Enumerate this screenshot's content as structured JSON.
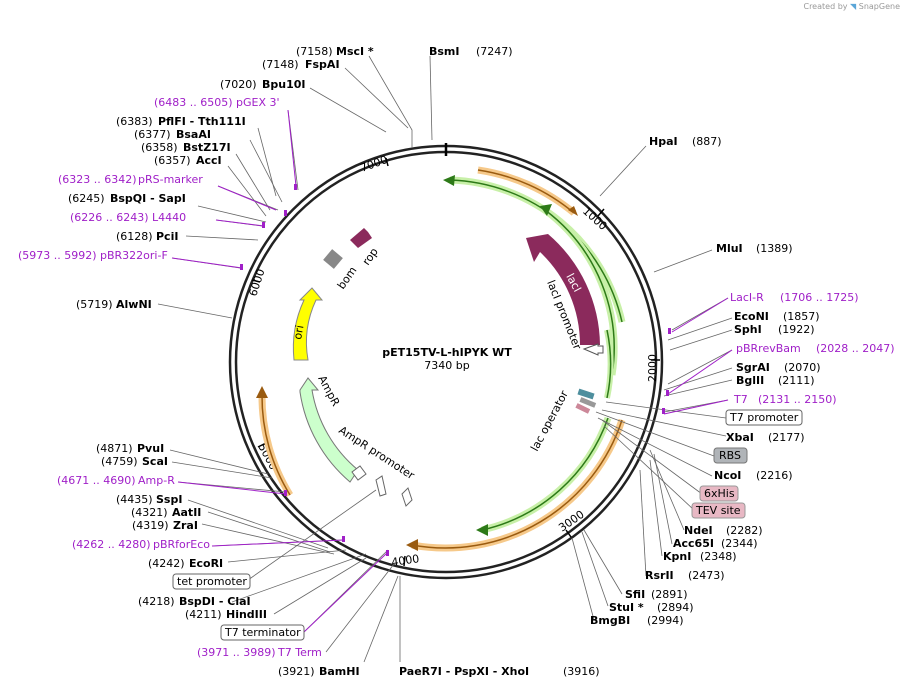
{
  "credit": {
    "prefix": "Created by",
    "brand": "SnapGene"
  },
  "plasmid": {
    "name": "pET15TV-L-hIPYK WT",
    "size": "7340 bp"
  },
  "ticks": [
    "1000",
    "2000",
    "3000",
    "4000",
    "5000",
    "6000",
    "7000"
  ],
  "features": {
    "lacI": "lacI",
    "lacI_promoter": "lacI promoter",
    "lac_operator": "lac operator",
    "ori": "ori",
    "AmpR": "AmpR",
    "AmpR_promoter": "AmpR promoter",
    "bom": "bom",
    "rop": "rop"
  },
  "sites_right": [
    {
      "name": "HpaI",
      "pos": "(887)"
    },
    {
      "name": "MluI",
      "pos": "(1389)"
    },
    {
      "name": "LacI-R",
      "pos": "(1706 .. 1725)",
      "primer": true
    },
    {
      "name": "EcoNI",
      "pos": "(1857)"
    },
    {
      "name": "SphI",
      "pos": "(1922)"
    },
    {
      "name": "pBRrevBam",
      "pos": "(2028 .. 2047)",
      "primer": true
    },
    {
      "name": "SgrAI",
      "pos": "(2070)"
    },
    {
      "name": "BglII",
      "pos": "(2111)"
    },
    {
      "name": "T7",
      "pos": "(2131 .. 2150)",
      "primer": true
    },
    {
      "name": "T7 promoter",
      "pos": "",
      "boxed": "white"
    },
    {
      "name": "XbaI",
      "pos": "(2177)"
    },
    {
      "name": "RBS",
      "pos": "",
      "boxed": "gray"
    },
    {
      "name": "NcoI",
      "pos": "(2216)"
    },
    {
      "name": "6xHis",
      "pos": "",
      "boxed": "pink"
    },
    {
      "name": "TEV site",
      "pos": "",
      "boxed": "pink"
    },
    {
      "name": "NdeI",
      "pos": "(2282)"
    },
    {
      "name": "Acc65I",
      "pos": "(2344)"
    },
    {
      "name": "KpnI",
      "pos": "(2348)"
    },
    {
      "name": "RsrII",
      "pos": "(2473)"
    },
    {
      "name": "SfiI",
      "pos": "(2891)"
    },
    {
      "name": "StuI *",
      "pos": "(2894)"
    },
    {
      "name": "BmgBI",
      "pos": "(2994)"
    }
  ],
  "sites_left": [
    {
      "name": "MscI *",
      "pos": "(7158)"
    },
    {
      "name": "BsmI",
      "pos": "(7247)"
    },
    {
      "name": "FspAI",
      "pos": "(7148)"
    },
    {
      "name": "Bpu10I",
      "pos": "(7020)"
    },
    {
      "name": "pGEX 3'",
      "pos": "(6483 .. 6505)",
      "primer": true
    },
    {
      "name": "PflFI - Tth111I",
      "pos": "(6383)"
    },
    {
      "name": "BsaAI",
      "pos": "(6377)"
    },
    {
      "name": "BstZ17I",
      "pos": "(6358)"
    },
    {
      "name": "AccI",
      "pos": "(6357)"
    },
    {
      "name": "pRS-marker",
      "pos": "(6323 .. 6342)",
      "primer": true
    },
    {
      "name": "BspQI - SapI",
      "pos": "(6245)"
    },
    {
      "name": "L4440",
      "pos": "(6226 .. 6243)",
      "primer": true
    },
    {
      "name": "PciI",
      "pos": "(6128)"
    },
    {
      "name": "pBR322ori-F",
      "pos": "(5973 .. 5992)",
      "primer": true
    },
    {
      "name": "AlwNI",
      "pos": "(5719)"
    },
    {
      "name": "PvuI",
      "pos": "(4871)"
    },
    {
      "name": "ScaI",
      "pos": "(4759)"
    },
    {
      "name": "Amp-R",
      "pos": "(4671 .. 4690)",
      "primer": true
    },
    {
      "name": "SspI",
      "pos": "(4435)"
    },
    {
      "name": "AatII",
      "pos": "(4321)"
    },
    {
      "name": "ZraI",
      "pos": "(4319)"
    },
    {
      "name": "pBRforEco",
      "pos": "(4262 .. 4280)",
      "primer": true
    },
    {
      "name": "EcoRI",
      "pos": "(4242)"
    },
    {
      "name": "tet promoter",
      "pos": "",
      "boxed": "white"
    },
    {
      "name": "BspDI - ClaI",
      "pos": "(4218)"
    },
    {
      "name": "HindIII",
      "pos": "(4211)"
    },
    {
      "name": "T7 terminator",
      "pos": "",
      "boxed": "white"
    },
    {
      "name": "T7 Term",
      "pos": "(3971 .. 3989)",
      "primer": true
    },
    {
      "name": "BamHI",
      "pos": "(3921)"
    },
    {
      "name": "PaeR7I - PspXI - XhoI",
      "pos": "(3916)"
    }
  ],
  "colors": {
    "primer": "#a020c8",
    "lacI": "#8b2a5c",
    "ori": "#ffff00",
    "AmpR": "#ccffcc",
    "orf_orange": "#f0a030",
    "orf_green": "#3a9a20"
  }
}
